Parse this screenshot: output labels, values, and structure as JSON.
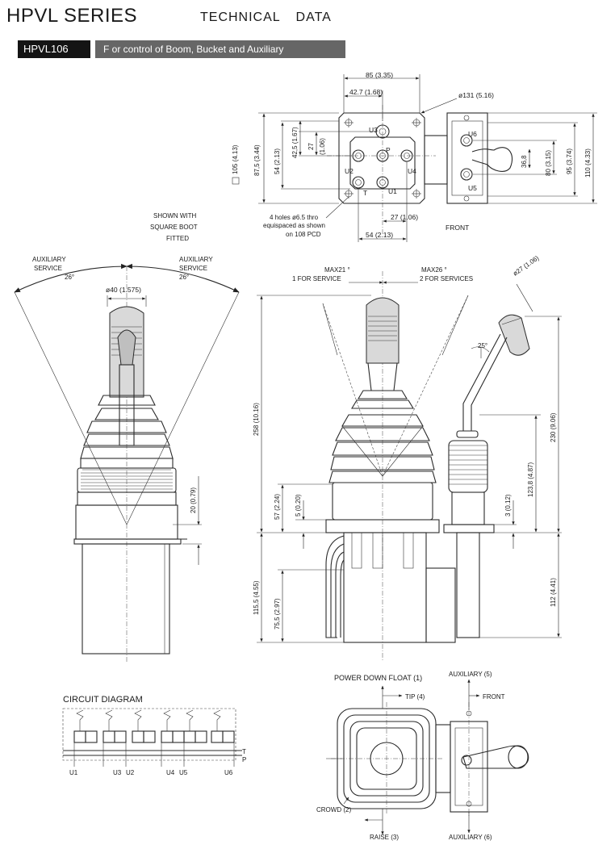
{
  "header": {
    "title": "HPVL SERIES",
    "subtitle": "TECHNICAL DATA",
    "model": "HPVL106",
    "purpose": "F or control of Boom, Bucket and Auxiliary"
  },
  "top_view": {
    "dim_85": "85 (3.35)",
    "dim_42_7": "42.7 (1.68)",
    "dim_131": "ø131 (5.16)",
    "dim_42_5": "42,5 (1.67)",
    "dim_27v": "27",
    "dim_1_06v": "(1.06)",
    "dim_54v": "54 (2.13)",
    "dim_87_5": "87,5 (3.44)",
    "dim_105": "105 (4.13)",
    "dim_27h": "27 (1.06)",
    "dim_54h": "54 (2.13)",
    "dim_36_8": "36,8",
    "dim_80": "80 (3.15)",
    "dim_95": "95 (3.74)",
    "dim_110": "110 (4.33)",
    "port_u3": "U3",
    "port_p": "P",
    "port_u2": "U2",
    "port_u4": "U4",
    "port_t": "T",
    "port_u1": "U1",
    "port_u6": "U6",
    "port_u5": "U5",
    "note_holes": [
      "4 holes  ø6.5  thro",
      "equispaced as shown",
      "on 108 PCD"
    ],
    "note_boot": [
      "SHOWN WITH",
      "SQUARE BOOT",
      "FITTED"
    ],
    "front_label": "FRONT"
  },
  "left_view": {
    "aux_left": [
      "AUXILIARY",
      "SERVICE",
      "26°"
    ],
    "aux_right": [
      "AUXILIARY",
      "SERVICE",
      "26°"
    ],
    "dim_40": "ø40 (1.575)",
    "dim_20": "20 (0.79)"
  },
  "middle_view": {
    "max21": [
      "MAX21 °",
      "1 FOR SERVICE"
    ],
    "max26": [
      "MAX26 °",
      "2 FOR SERVICES"
    ],
    "dim_258": "258 (10.16)",
    "dim_57": "57 (2.24)",
    "dim_5": "5 (0.20)",
    "dim_115_5": "115,5 (4.55)",
    "dim_75_5": "75,5 (2.97)"
  },
  "right_view": {
    "dim_27": "ø27 (1.06)",
    "angle_25": "25°",
    "dim_230": "230 (9.06)",
    "dim_123_8": "123,8 (4.87)",
    "dim_3": "3 (0.12)",
    "dim_112": "112 (4.41)"
  },
  "circuit": {
    "title": "CIRCUIT DIAGRAM",
    "ports": [
      "U1",
      "U3",
      "U2",
      "U4",
      "U5",
      "U6"
    ],
    "side_t": "T",
    "side_p": "P"
  },
  "bottom_view": {
    "power_down": "POWER DOWN FLOAT (1)",
    "tip": "TIP (4)",
    "crowd": "CROWD (2)",
    "raise": "RAISE (3)",
    "aux5": "AUXILIARY (5)",
    "aux6": "AUXILIARY (6)",
    "front": "FRONT"
  }
}
